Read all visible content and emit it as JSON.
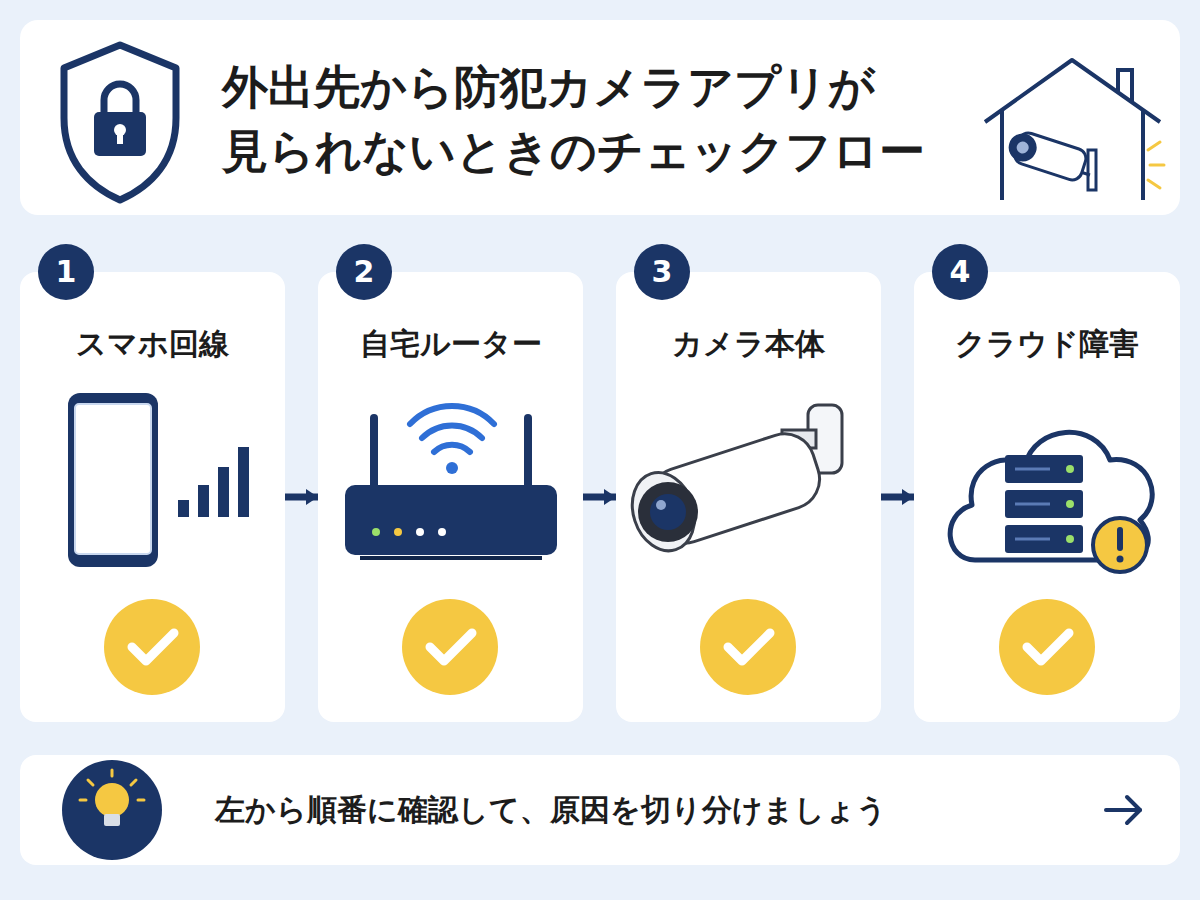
{
  "diagram": {
    "title": "外出先から防犯カメラアプリが 見られないときのチェックフロー",
    "nodes": [
      {
        "text": [
          "1",
          "スマホ回線"
        ]
      },
      {
        "text": [
          "2",
          "自宅ルーター"
        ]
      },
      {
        "text": [
          "3",
          "カメラ本体"
        ]
      },
      {
        "text": [
          "4",
          "クラウド障害"
        ]
      },
      {
        "text": [
          "左から順番に確認して、原因を切り分けましょう"
        ]
      }
    ],
    "edges": [
      {
        "from": 0,
        "to": 1,
        "arrow": "to"
      },
      {
        "from": 1,
        "to": 2,
        "arrow": "to"
      },
      {
        "from": 2,
        "to": 3,
        "arrow": "to"
      }
    ]
  }
}
